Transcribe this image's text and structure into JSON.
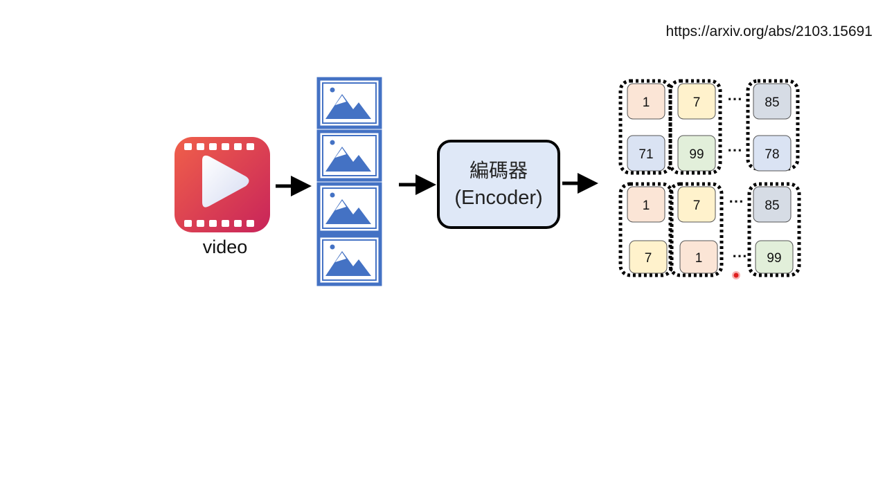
{
  "source_url": "https://arxiv.org/abs/2103.15691",
  "video_label": "video",
  "encoder": {
    "line1": "編碼器",
    "line2": "(Encoder)"
  },
  "token_groups": [
    {
      "row1": [
        "1",
        "7",
        "85"
      ],
      "row2": [
        "71",
        "99",
        "78"
      ]
    },
    {
      "row1": [
        "1",
        "7",
        "85"
      ],
      "row2": [
        "7",
        "1",
        "99"
      ]
    }
  ],
  "ellipsis": "⋯",
  "colors": {
    "video_red": "#e23b57",
    "frame_blue": "#4472c4",
    "encoder_fill": "#dfe8f7",
    "token_1": "#fbe5d6",
    "token_7": "#fff2cc",
    "token_85": "#d6dce5",
    "token_71": "#dae3f3",
    "token_99": "#e2efda",
    "token_78": "#dae3f3",
    "pointer": "#e02020"
  }
}
